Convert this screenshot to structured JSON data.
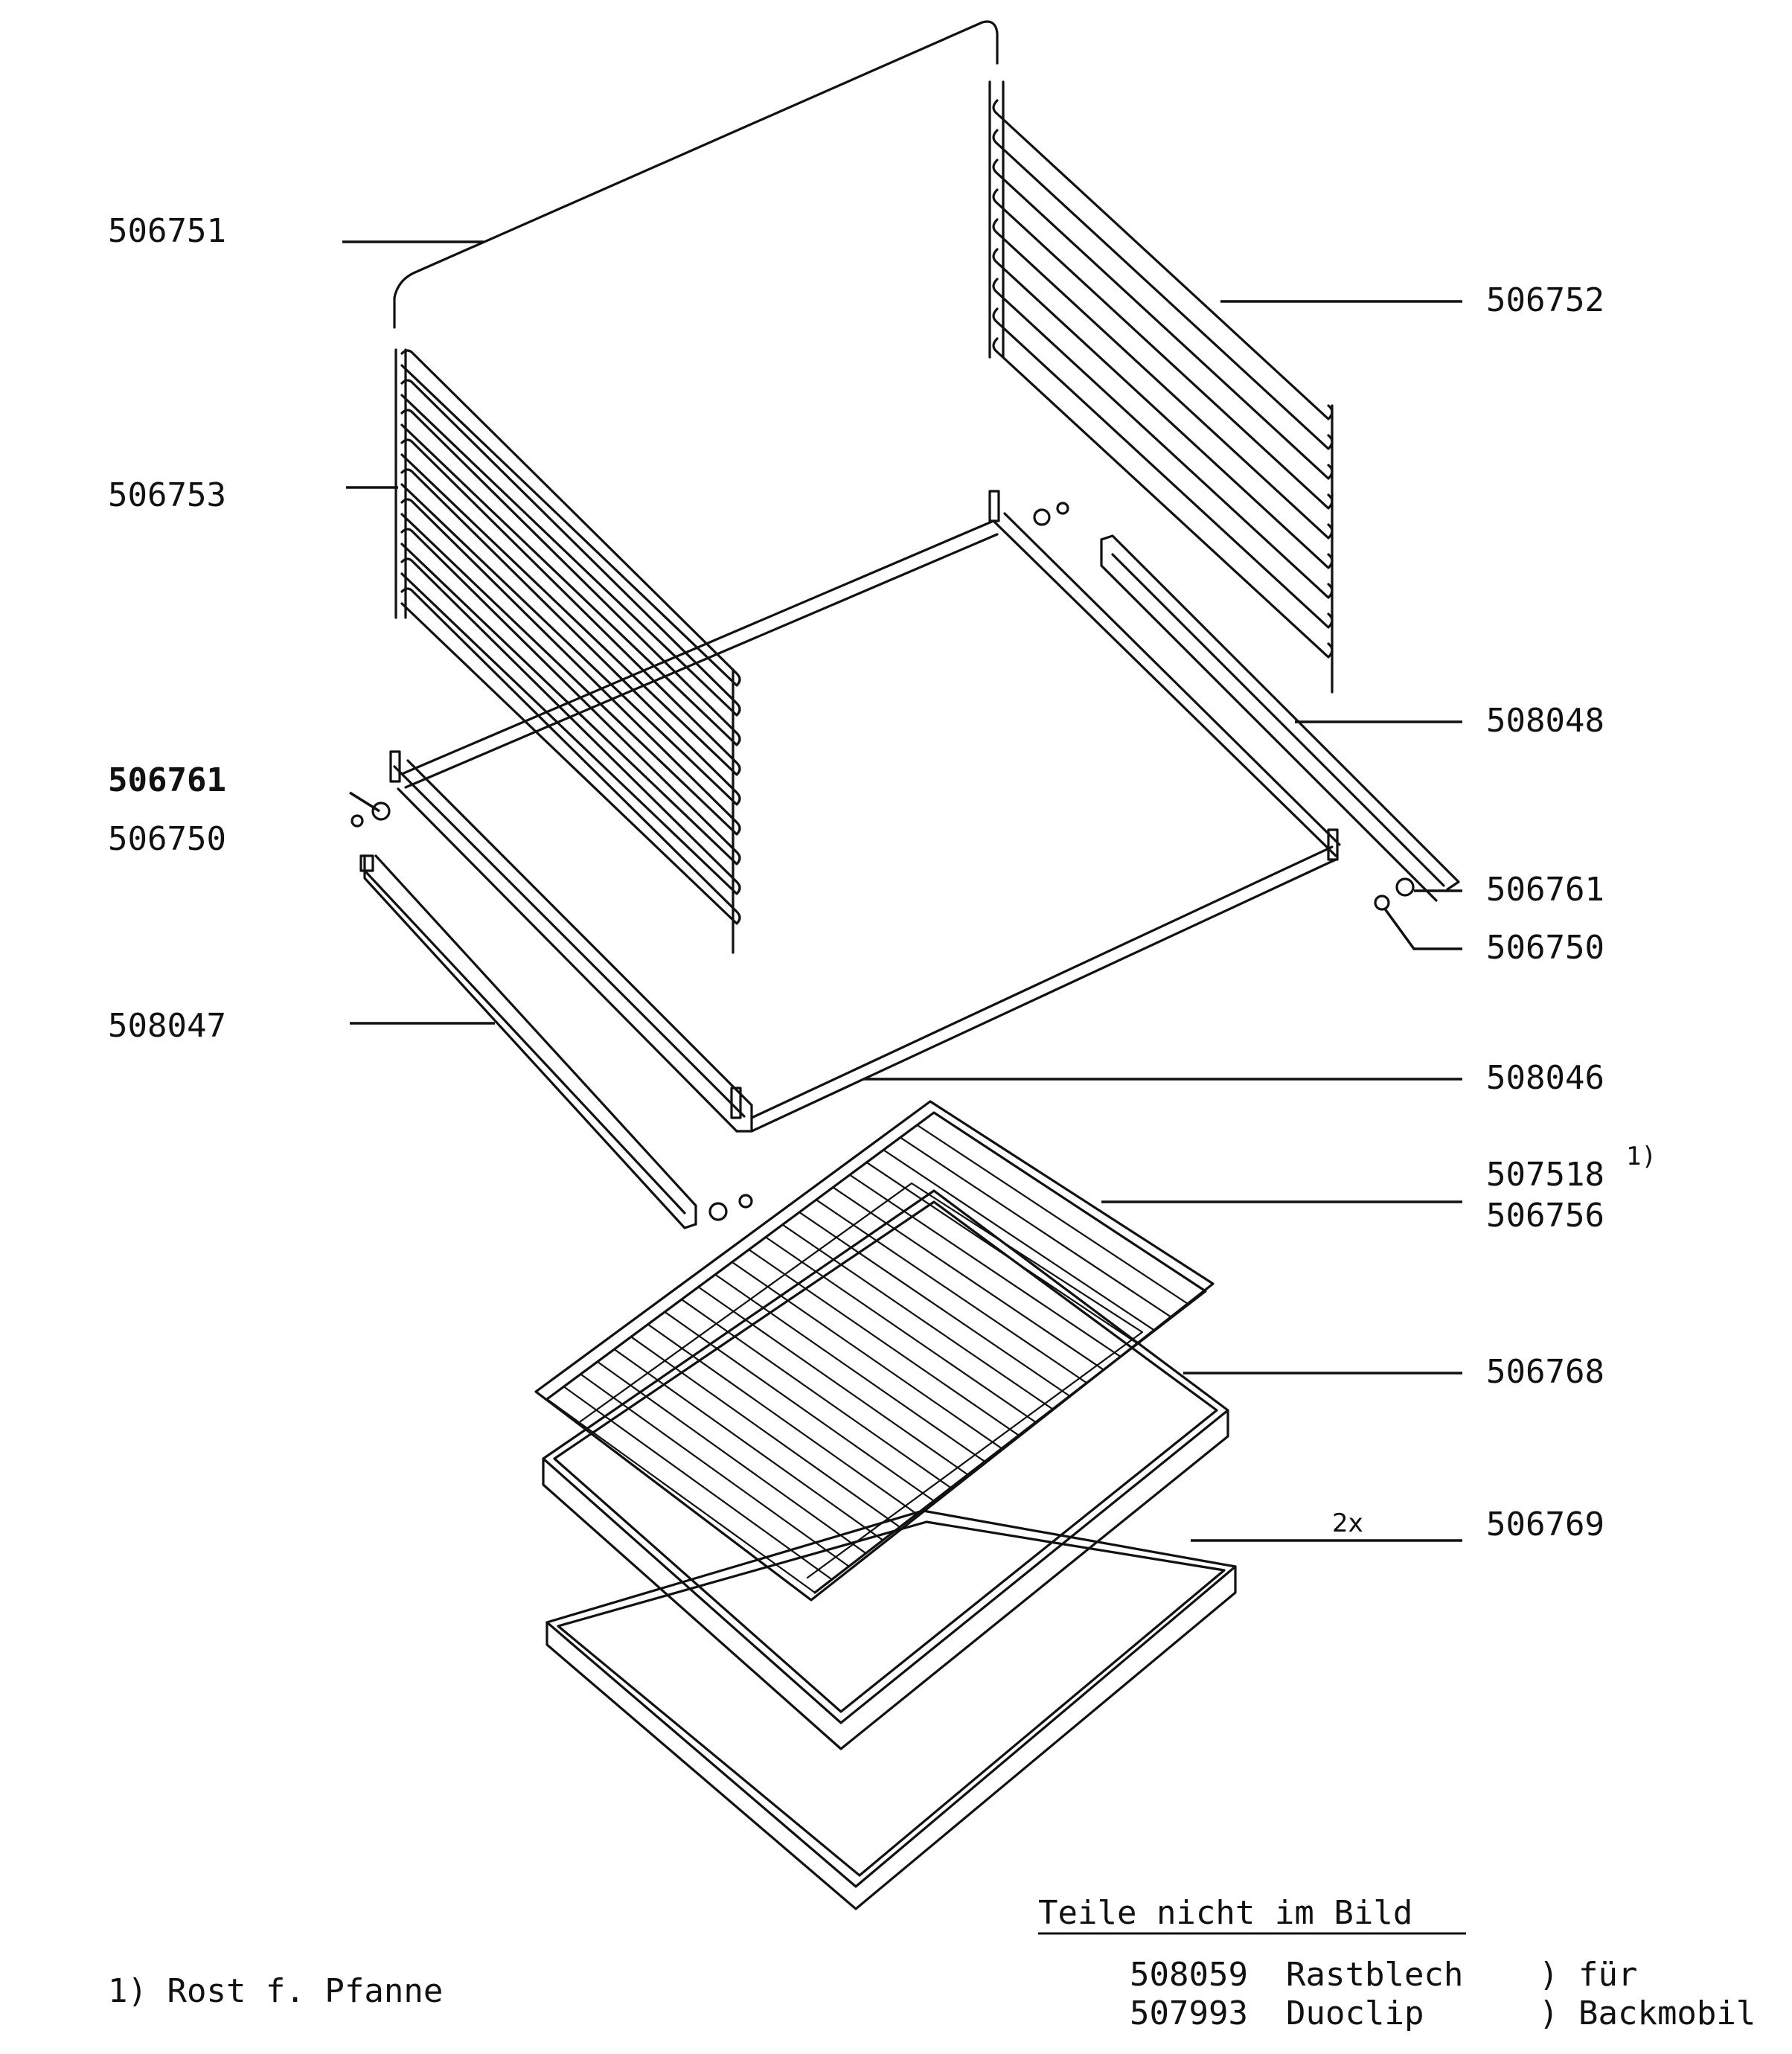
{
  "labels": {
    "p506751": "506751",
    "p506752": "506752",
    "p506753": "506753",
    "p508048": "508048",
    "p506761_l": "506761",
    "p506750_l": "506750",
    "p506761_r": "506761",
    "p506750_r": "506750",
    "p508047": "508047",
    "p508046": "508046",
    "p507518": "507518",
    "p507518_sup": "1)",
    "p506756": "506756",
    "p506768": "506768",
    "p506769": "506769",
    "qty_2x": "2x"
  },
  "footnote": "1) Rost f. Pfanne",
  "not_shown": {
    "title": "Teile nicht im Bild",
    "rows": [
      {
        "number": "508059",
        "name": "Rastblech",
        "bracket": ") für"
      },
      {
        "number": "507993",
        "name": "Duoclip",
        "bracket": ") Backmobil"
      }
    ]
  }
}
